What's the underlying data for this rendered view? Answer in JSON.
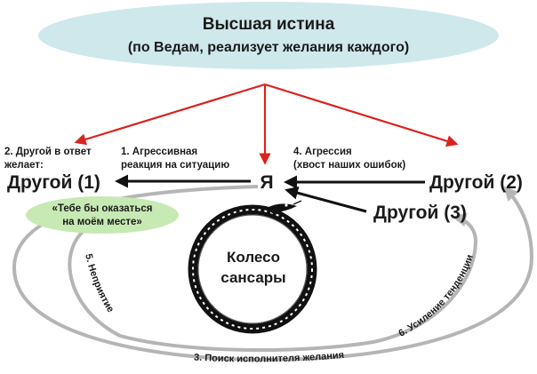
{
  "top": {
    "line1": "Высшая истина",
    "line2": "(по Ведам, реализует желания каждого)"
  },
  "center": "Я",
  "wheel": {
    "line1": "Колесо",
    "line2": "сансары"
  },
  "nodes": {
    "other1": "Другой (1)",
    "other2": "Другой (2)",
    "other3": "Другой (3)"
  },
  "labels": {
    "l1_line1": "1. Агрессивная",
    "l1_line2": "реакция на ситуацию",
    "l2_line1": "2. Другой в ответ",
    "l2_line2": "желает:",
    "l4_line1": "4. Агрессия",
    "l4_line2": "(хвост наших ошибок)",
    "wish_line1": "«Тебе   бы оказаться",
    "wish_line2": "на моём месте»",
    "l3": "3. Поиск исполнителя желания",
    "l5": "5. Неприятие",
    "l6": "6. Усиление тенденции"
  },
  "colors": {
    "ellipse": "#cfe8ec",
    "wish_ellipse": "#c7e9b3",
    "red_arrow": "#d9231d",
    "gray_arrow": "#b5b5b5",
    "black": "#111111"
  }
}
